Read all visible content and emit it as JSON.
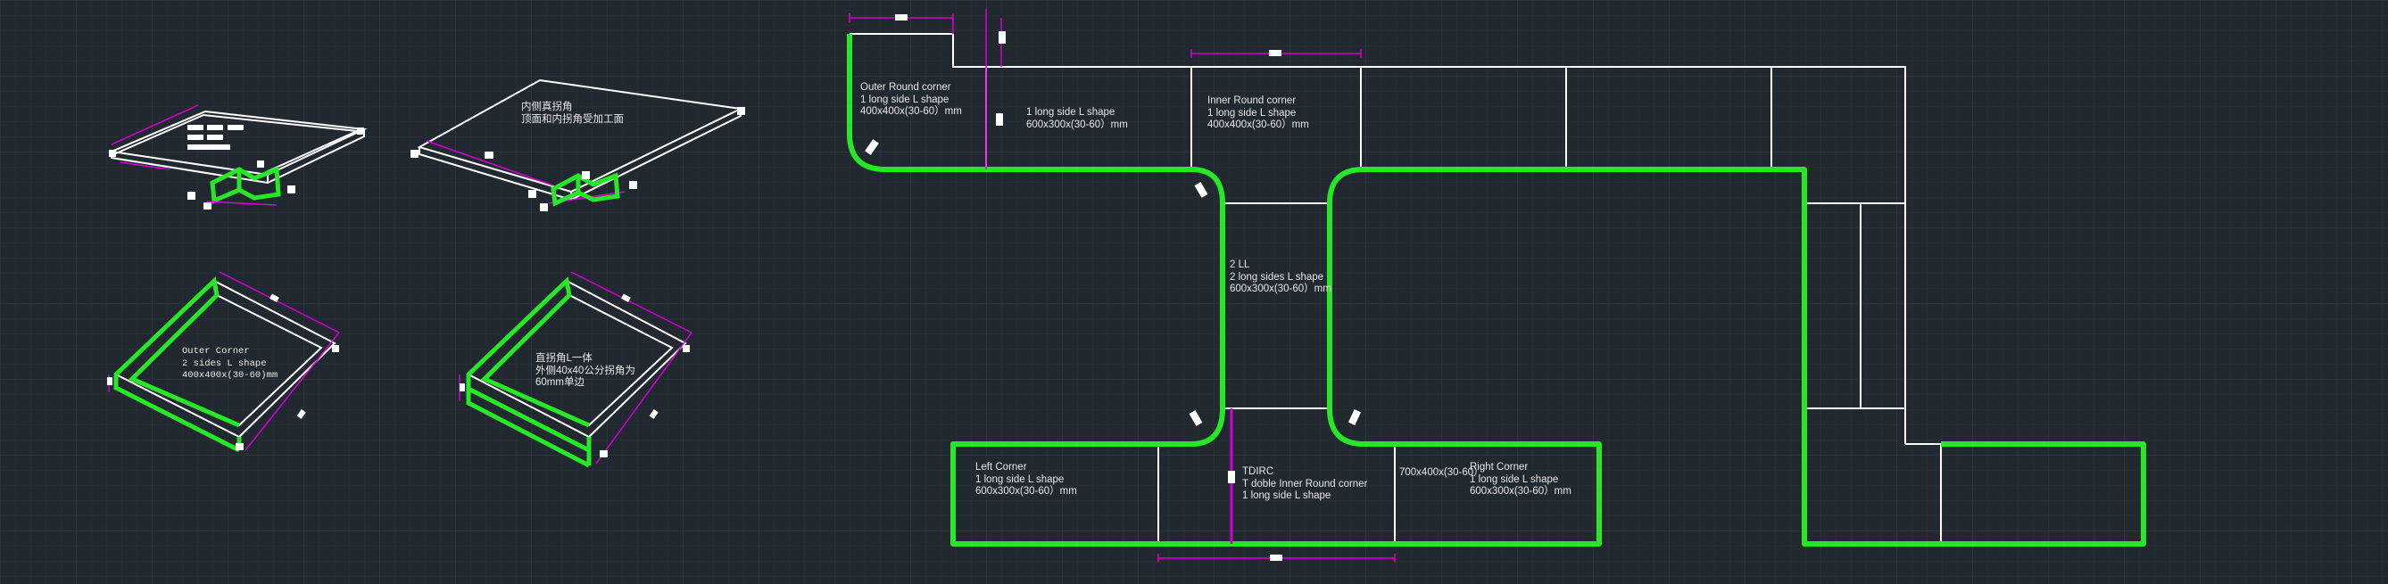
{
  "drawing": {
    "labels": [
      {
        "key": "outer_round",
        "lines": [
          "Outer Round corner",
          "1 long side L shape",
          "400x400x(30-60）mm"
        ]
      },
      {
        "key": "l_shape_top",
        "lines": [
          "1 long side L shape",
          "600x300x(30-60）mm"
        ]
      },
      {
        "key": "inner_round",
        "lines": [
          "Inner Round corner",
          "1 long side L shape",
          "400x400x(30-60）mm"
        ]
      },
      {
        "key": "two_ll",
        "lines": [
          "2 LL",
          "2 long sides L shape",
          "600x300x(30-60）mm"
        ]
      },
      {
        "key": "left_corner",
        "lines": [
          "Left Corner",
          "1 long side L shape",
          "600x300x(30-60）mm"
        ]
      },
      {
        "key": "tdirc",
        "lines": [
          "TDIRC",
          "T doble Inner Round corner",
          "1 long side L shape"
        ]
      },
      {
        "key": "right_corner",
        "lines": [
          "Right Corner",
          "1 long side L shape",
          "600x300x(30-60）mm"
        ]
      },
      {
        "key": "overlap_dim",
        "lines": [
          "700x400x(30-60）"
        ]
      },
      {
        "key": "iso_inner",
        "lines": [
          "内侧真拐角",
          "顶面和内拐角受加工面"
        ]
      },
      {
        "key": "iso_outer",
        "lines": [
          "Outer Corner",
          "2 sides L shape",
          "400x400x(30-60)mm"
        ]
      },
      {
        "key": "iso_combo",
        "lines": [
          "直拐角L一体",
          "外侧40x40公分拐角为",
          "60mm单边"
        ]
      }
    ],
    "colors": {
      "background": "#212830",
      "outline": "#ffffff",
      "highlight": "#27e827",
      "dimension": "#d600d6"
    }
  }
}
